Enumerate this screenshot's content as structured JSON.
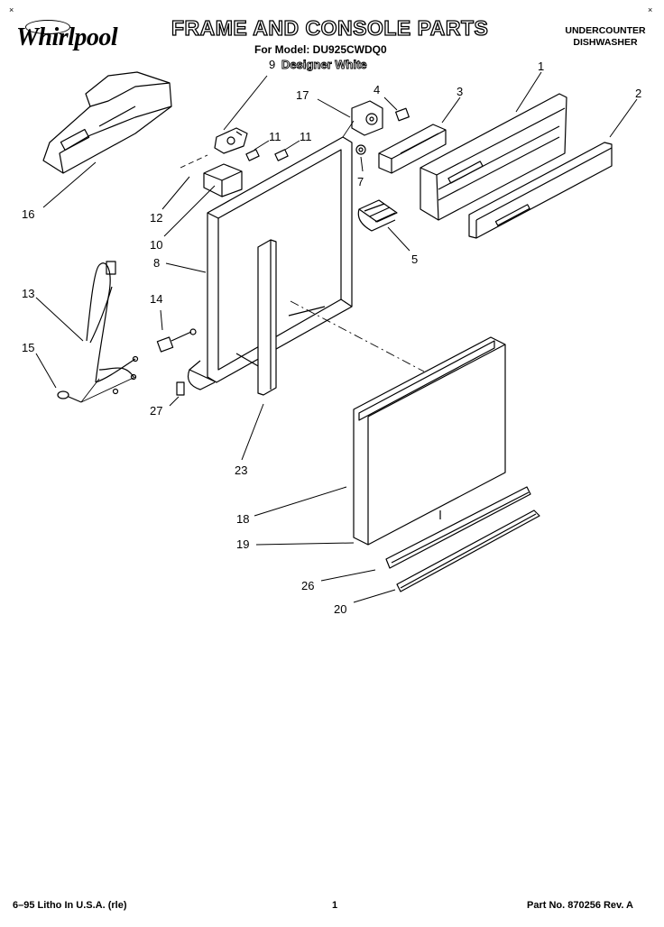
{
  "header": {
    "brand": "Whirlpool",
    "title": "FRAME AND CONSOLE PARTS",
    "model_line": "For Model: DU925CWDQ0",
    "variant_number": "9",
    "variant": "Designer White",
    "product_type_line1": "UNDERCOUNTER",
    "product_type_line2": "DISHWASHER"
  },
  "callouts": [
    {
      "id": "1",
      "label": "1"
    },
    {
      "id": "2",
      "label": "2"
    },
    {
      "id": "3",
      "label": "3"
    },
    {
      "id": "4",
      "label": "4"
    },
    {
      "id": "5",
      "label": "5"
    },
    {
      "id": "7",
      "label": "7"
    },
    {
      "id": "8",
      "label": "8"
    },
    {
      "id": "10",
      "label": "10"
    },
    {
      "id": "11a",
      "label": "11"
    },
    {
      "id": "11b",
      "label": "11"
    },
    {
      "id": "12",
      "label": "12"
    },
    {
      "id": "13",
      "label": "13"
    },
    {
      "id": "14",
      "label": "14"
    },
    {
      "id": "15",
      "label": "15"
    },
    {
      "id": "16",
      "label": "16"
    },
    {
      "id": "17",
      "label": "17"
    },
    {
      "id": "18",
      "label": "18"
    },
    {
      "id": "19",
      "label": "19"
    },
    {
      "id": "20",
      "label": "20"
    },
    {
      "id": "23",
      "label": "23"
    },
    {
      "id": "26",
      "label": "26"
    },
    {
      "id": "27",
      "label": "27"
    }
  ],
  "footer": {
    "litho": "6–95 Litho In U.S.A. (rle)",
    "page": "1",
    "part_no": "Part No. 870256 Rev. A"
  }
}
